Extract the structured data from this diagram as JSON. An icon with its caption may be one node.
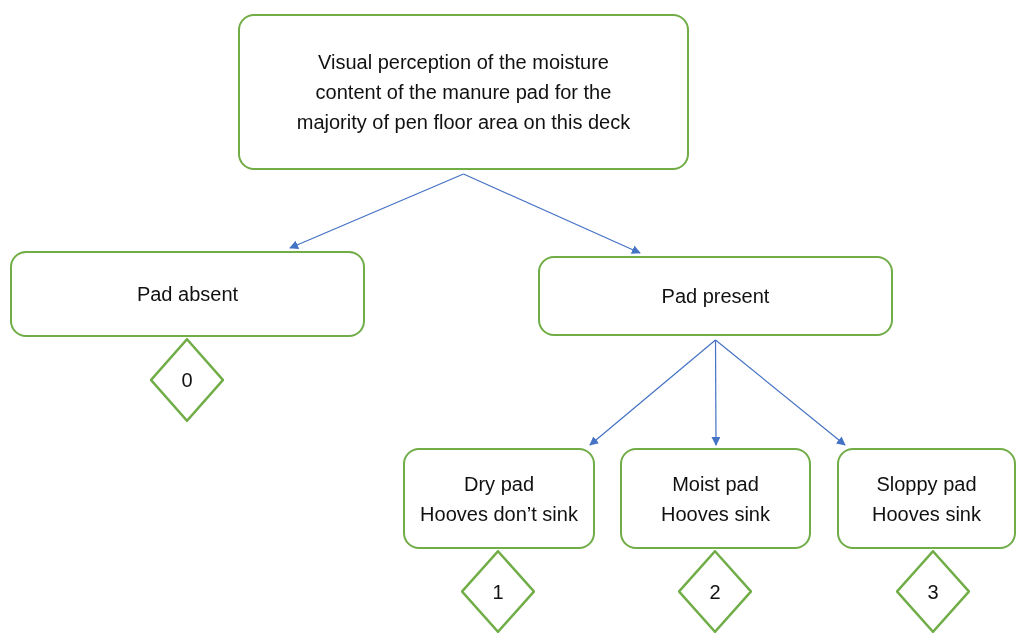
{
  "diagram": {
    "nodes": [
      {
        "text": [
          "Visual perception of the moisture content of the manure pad for the majority of pen floor area on this deck"
        ]
      },
      {
        "text": [
          "Pad absent"
        ]
      },
      {
        "text": [
          "Pad present"
        ]
      },
      {
        "text": [
          "0"
        ]
      },
      {
        "text": [
          "Dry pad",
          "Hooves don’t sink"
        ]
      },
      {
        "text": [
          "Moist pad",
          "Hooves sink"
        ]
      },
      {
        "text": [
          "Sloppy pad",
          "Hooves sink"
        ]
      },
      {
        "text": [
          "1"
        ]
      },
      {
        "text": [
          "2"
        ]
      },
      {
        "text": [
          "3"
        ]
      }
    ],
    "edges": [
      {
        "from": 0,
        "to": 1,
        "arrow": "to"
      },
      {
        "from": 0,
        "to": 2,
        "arrow": "to"
      },
      {
        "from": 2,
        "to": 4,
        "arrow": "to"
      },
      {
        "from": 2,
        "to": 5,
        "arrow": "to"
      },
      {
        "from": 2,
        "to": 6,
        "arrow": "to"
      }
    ]
  }
}
